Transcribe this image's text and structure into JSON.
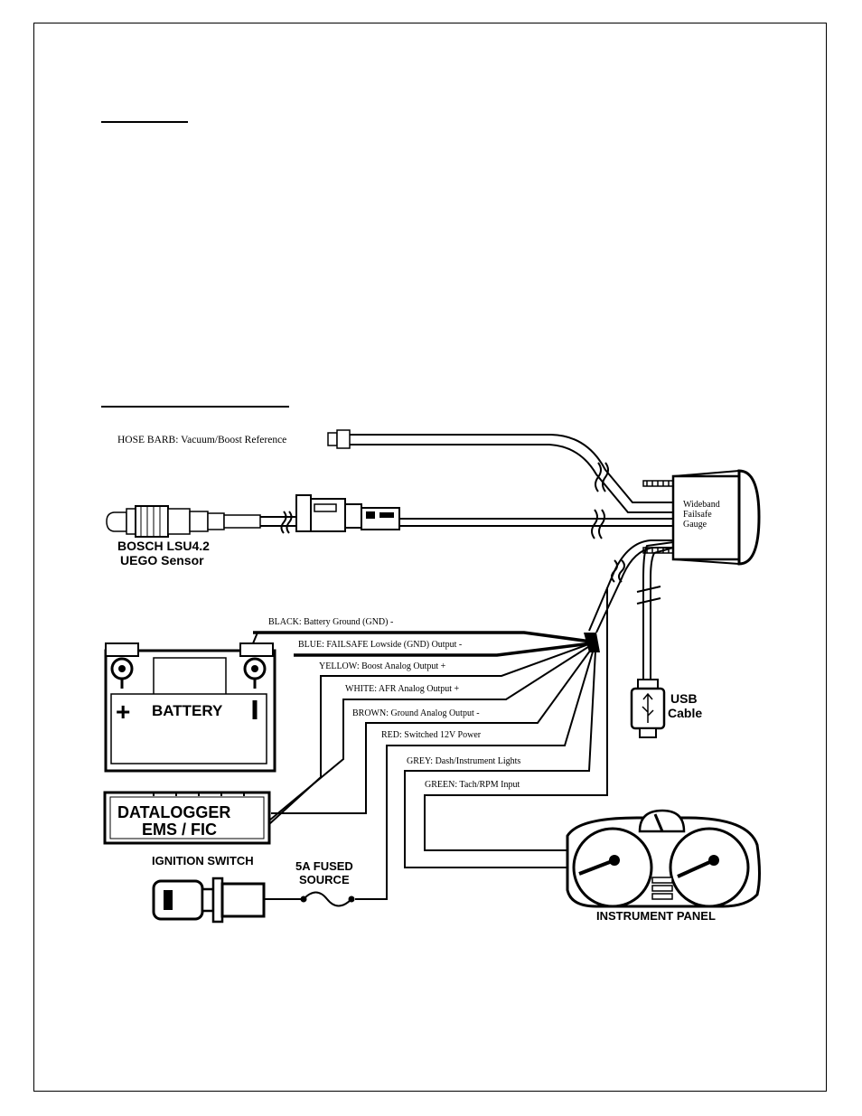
{
  "labels": {
    "hose_barb": "HOSE BARB: Vacuum/Boost Reference",
    "sensor_line1": "BOSCH LSU4.2",
    "sensor_line2": "UEGO Sensor",
    "gauge_line1": "Wideband",
    "gauge_line2": "Failsafe",
    "gauge_line3": "Gauge",
    "usb_line1": "USB",
    "usb_line2": "Cable",
    "battery": "BATTERY",
    "battery_plus": "+",
    "datalogger_line1": "DATALOGGER",
    "datalogger_line2": "EMS / FIC",
    "ignition_switch": "IGNITION SWITCH",
    "fused_line1": "5A FUSED",
    "fused_line2": "SOURCE",
    "instrument_panel": "INSTRUMENT PANEL"
  },
  "wires": [
    {
      "label": "BLACK: Battery Ground  (GND) -"
    },
    {
      "label": "BLUE: FAILSAFE  Lowside (GND) Output  -"
    },
    {
      "label": "YELLOW: Boost Analog Output +"
    },
    {
      "label": "WHITE: AFR Analog Output  +"
    },
    {
      "label": "BROWN: Ground Analog Output -"
    },
    {
      "label": "RED: Switched  12V Power"
    },
    {
      "label": "GREY: Dash/Instrument  Lights"
    },
    {
      "label": "GREEN: Tach/RPM Input"
    }
  ]
}
